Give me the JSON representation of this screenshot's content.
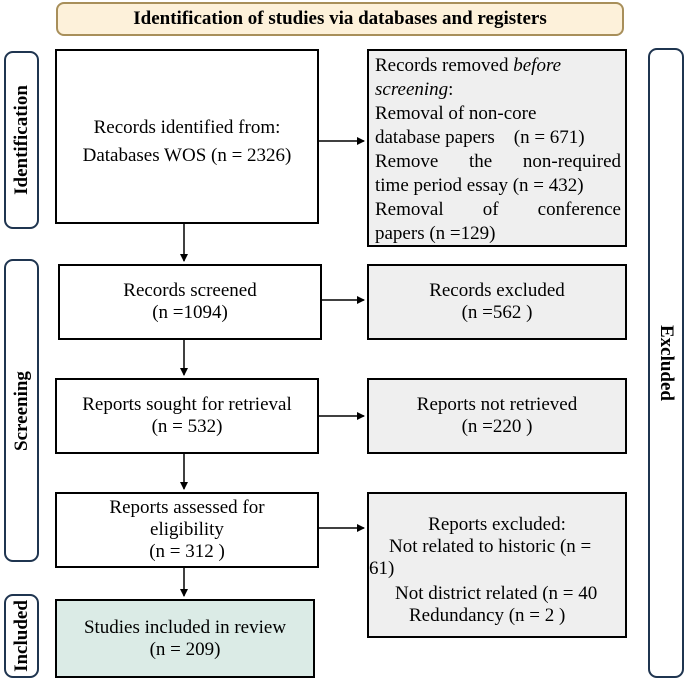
{
  "title": "Identification of studies via databases and registers",
  "side_labels": {
    "identification": "Identification",
    "screening": "Screening",
    "included": "Included",
    "excluded": "Excluded"
  },
  "identification": {
    "records_identified": {
      "line1": "Records identified from:",
      "line2": "Databases WOS (n = 2326)"
    },
    "records_removed": {
      "line1_prefix": "Records removed ",
      "line1_italic": "before",
      "line2_italic": "screening",
      "line2_suffix": ":",
      "line3": "Removal of non-core",
      "line4": "database papers    (n = 671)",
      "line5": "Remove   the   non-required",
      "line6": "time period essay (n = 432)",
      "line7": "Removal     of     conference",
      "line8": "papers (n =129)"
    }
  },
  "screening": {
    "records_screened": {
      "label": "Records screened",
      "count": "(n =1094)"
    },
    "records_excluded": {
      "label": "Records excluded",
      "count": "(n =562 )"
    },
    "reports_sought": {
      "label": "Reports sought for retrieval",
      "count": "(n = 532)"
    },
    "reports_not_retrieved": {
      "label": "Reports not retrieved",
      "count": "(n =220 )"
    },
    "reports_assessed": {
      "line1": "Reports assessed for",
      "line2": "eligibility",
      "count": "(n = 312 )"
    },
    "reports_excluded": {
      "heading": "Reports excluded:",
      "line2": "Not related to historic (n =",
      "line3": "61)",
      "line4": "Not district related (n = 40",
      "line5": "Redundancy (n = 2 )"
    }
  },
  "included": {
    "studies_included": {
      "label": "Studies included in review",
      "count": "(n = 209)"
    }
  }
}
